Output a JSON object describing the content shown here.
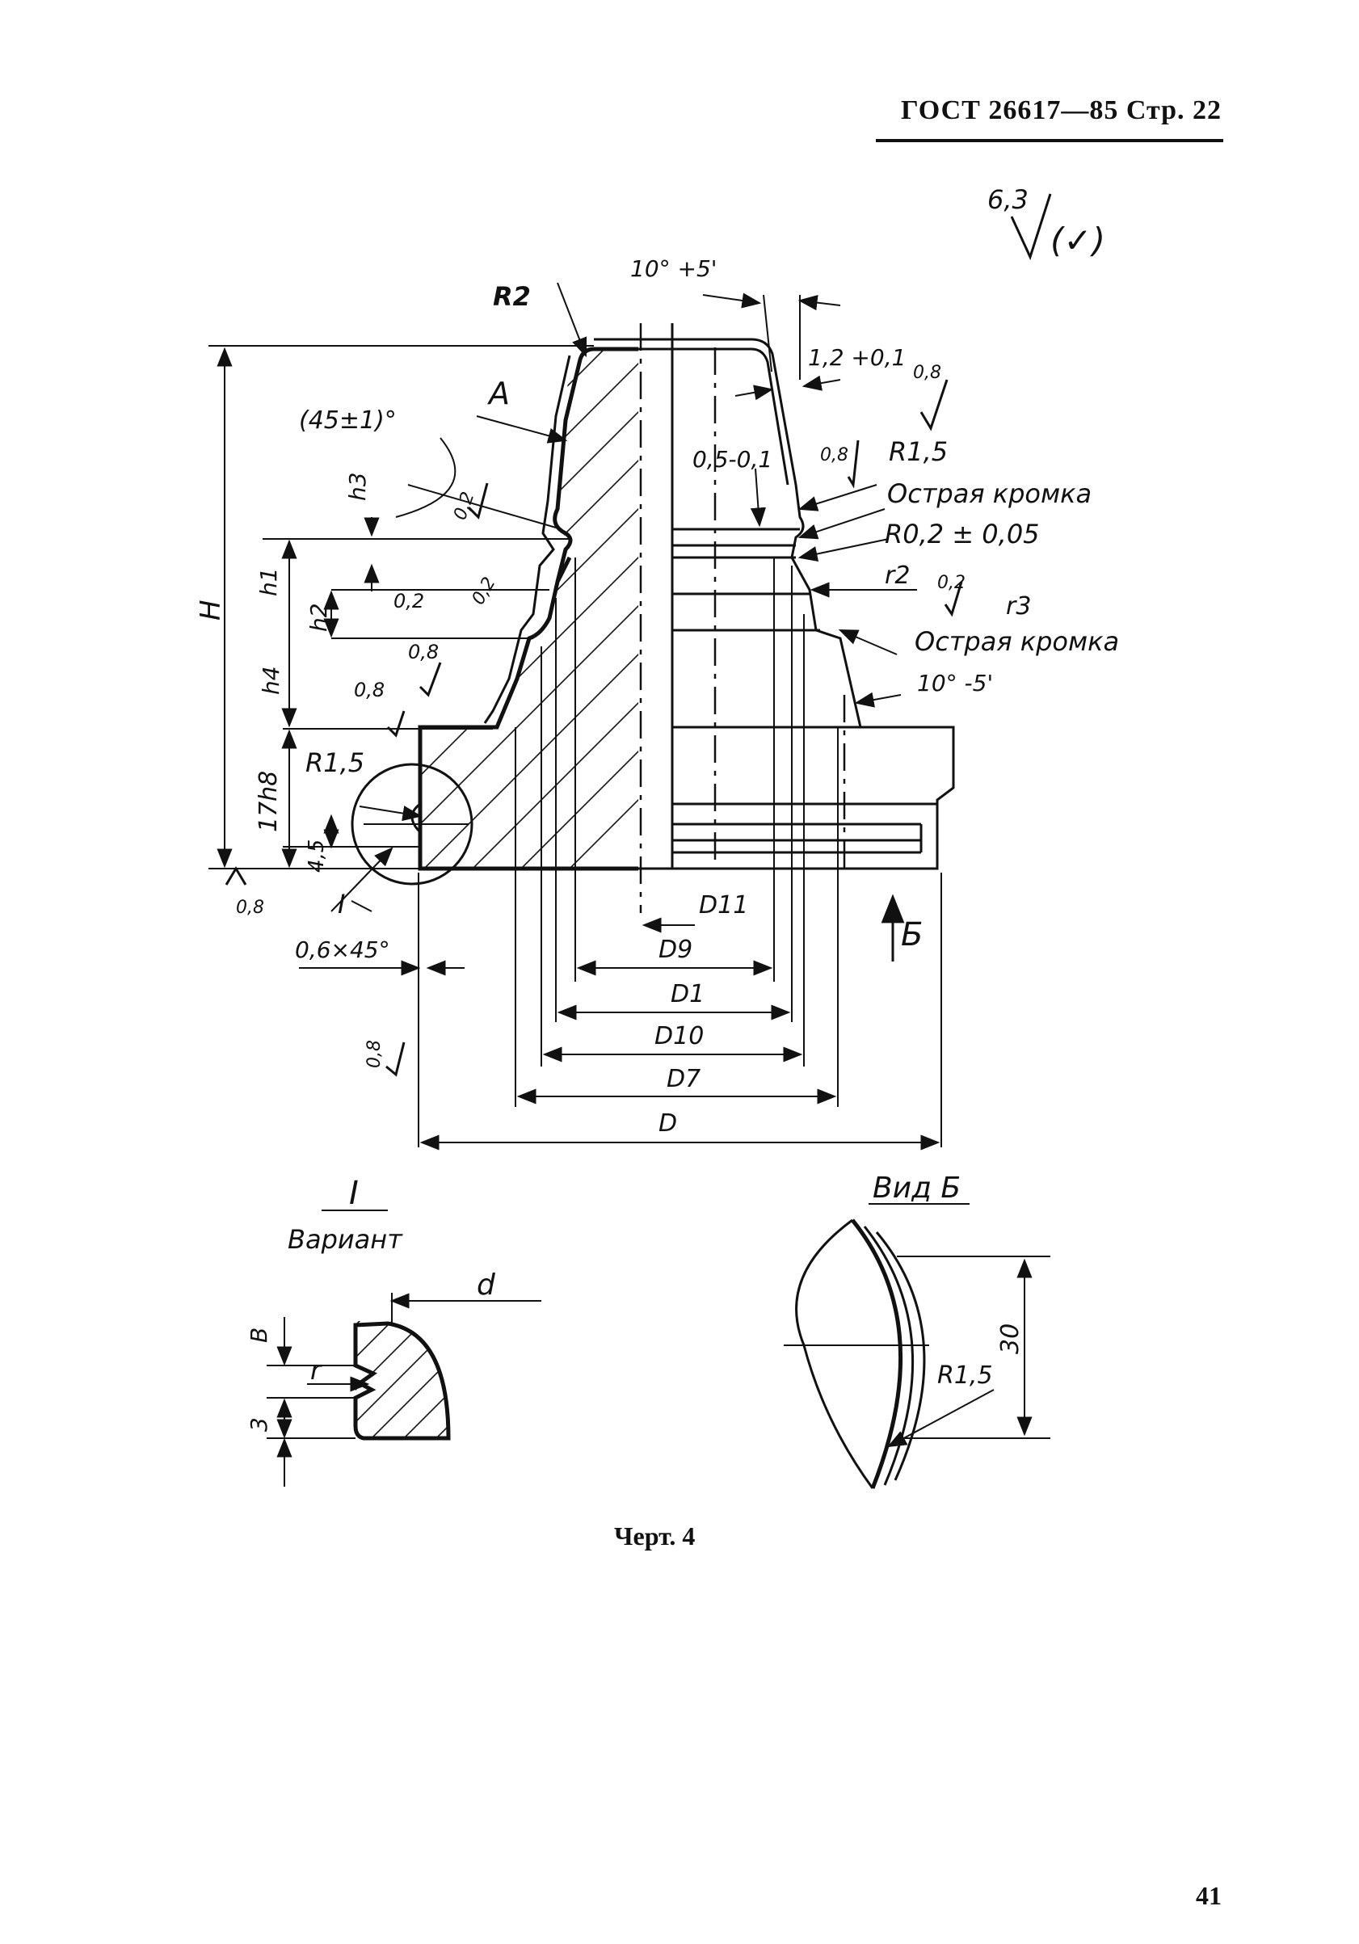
{
  "header": {
    "standard": "ГОСТ 26617—85",
    "page_label": "Стр. 22"
  },
  "page_number": "41",
  "caption": "Черт. 4",
  "roughness_global": {
    "value": "6,3",
    "parenthetical": "(✓)"
  },
  "labels": {
    "R2": "R2",
    "taper_top": "10° +5'",
    "wall": "1,2 +0,1",
    "rough_08_top": "0,8",
    "A": "A",
    "angle45": "(45±1)°",
    "rough_02_a": "0,2",
    "groove": "0,5-0,1",
    "rough_08_b": "0,8",
    "R15_top": "R1,5",
    "sharp_edge_1": "Острая кромка",
    "R02": "R0,2 ± 0,05",
    "r2": "r2",
    "rough_02_b": "0,2",
    "r3": "r3",
    "sharp_edge_2": "Острая кромка",
    "taper_bottom": "10° -5'",
    "H": "H",
    "h3": "h3",
    "h1": "h1",
    "h2": "h2",
    "h4": "h4",
    "rough_02_c": "0,2",
    "rough_02_d": "0,2",
    "rough_08_c": "0,8",
    "rough_08_d": "0,8",
    "R15_left": "R1,5",
    "h17": "17h8",
    "d45": "4,5",
    "rough_08_base": "0,8",
    "detail_I": "I",
    "chamfer": "0,6×45°",
    "rough_08_side": "0,8",
    "D11": "D11",
    "D9": "D9",
    "D1": "D1",
    "D10": "D10",
    "D7": "D7",
    "D": "D",
    "view_B_arrow": "Б"
  },
  "detail": {
    "title": "I",
    "subtitle": "Вариант",
    "d": "d",
    "B": "B",
    "r": "r",
    "three": "3"
  },
  "view": {
    "title": "Вид Б",
    "dim30": "30",
    "R15": "R1,5"
  }
}
